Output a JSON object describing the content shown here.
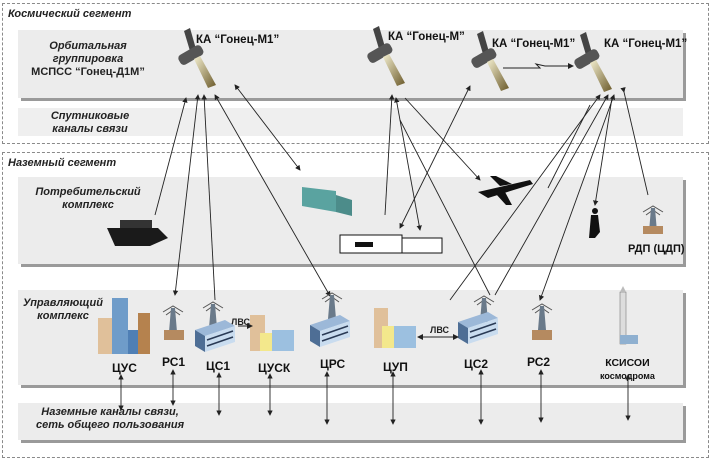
{
  "space_segment": {
    "title": "Космический сегмент",
    "orbital_group_label": [
      "Орбитальная",
      "группировка",
      "МСПСС “Гонец-Д1М”"
    ],
    "satellite_channels_label": [
      "Спутниковые",
      "каналы связи"
    ],
    "satellites": [
      {
        "label": "КА “Гонец-М1”"
      },
      {
        "label": "КА “Гонец-М”"
      },
      {
        "label": "КА “Гонец-М1”"
      },
      {
        "label": "КА “Гонец-М1”"
      }
    ]
  },
  "ground_segment": {
    "title": "Наземный сегмент",
    "consumer_complex": {
      "label": [
        "Потребительский",
        "комплекс"
      ],
      "items": [
        "ship",
        "truck",
        "train",
        "airplane",
        "pedestrian"
      ],
      "rdp_label": "РДП (ЦДП)"
    },
    "control_complex": {
      "label": [
        "Управляющий",
        "комплекс"
      ],
      "nodes": [
        {
          "label": "ЦУС"
        },
        {
          "label": "РС1"
        },
        {
          "label": "ЦС1"
        },
        {
          "label": "ЦУСК"
        },
        {
          "label": "ЦРС"
        },
        {
          "label": "ЦУП"
        },
        {
          "label": "ЦС2"
        },
        {
          "label": "РС2"
        },
        {
          "label": "КСИСОИ",
          "sublabel": "космодрома"
        }
      ],
      "lan_label": "ЛВС"
    },
    "ground_channels_label": [
      "Наземные каналы связи,",
      "сеть общего пользования"
    ]
  }
}
